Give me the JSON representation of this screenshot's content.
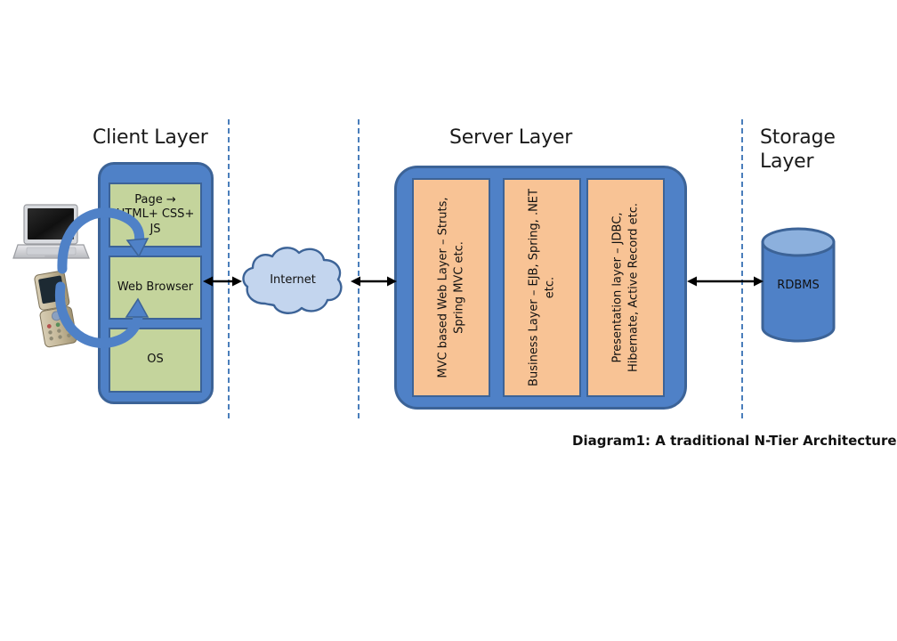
{
  "diagram": {
    "caption": "Diagram1:  A traditional N-Tier Architecture",
    "colors": {
      "device_blue": "#4f81c7",
      "device_border": "#3c6397",
      "client_box_green": "#c4d49c",
      "server_box_orange": "#f8c395",
      "cloud_fill": "#c3d5ee",
      "divider_blue": "#4a7ebb",
      "arrow_black": "#000000"
    },
    "sections": {
      "client": {
        "title": "Client Layer"
      },
      "server": {
        "title": "Server Layer"
      },
      "storage": {
        "title": "Storage\nLayer"
      }
    },
    "client_stack": [
      {
        "label": "Page →\nHTML+ CSS+\nJS",
        "name": "page-layer"
      },
      {
        "label": "Web\nBrowser",
        "name": "web-browser-layer"
      },
      {
        "label": "OS",
        "name": "os-layer"
      }
    ],
    "devices": [
      {
        "name": "laptop",
        "label": "laptop-icon"
      },
      {
        "name": "mobile-phone",
        "label": "flip-phone-icon"
      }
    ],
    "network": {
      "label": "Internet",
      "icon": "cloud-icon"
    },
    "server_stack": [
      {
        "label": "MVC based Web Layer – Struts,\nSpring MVC etc.",
        "name": "mvc-web-layer"
      },
      {
        "label": "Business Layer – EJB, Spring, .NET\netc.",
        "name": "business-layer"
      },
      {
        "label": "Presentation layer – JDBC,\nHibernate, Active Record etc.",
        "name": "persistence-layer"
      }
    ],
    "storage": {
      "label": "RDBMS",
      "icon": "database-cylinder-icon"
    },
    "connectors": [
      {
        "name": "client-to-internet",
        "type": "double-arrow"
      },
      {
        "name": "internet-to-server",
        "type": "double-arrow"
      },
      {
        "name": "server-to-database",
        "type": "double-arrow"
      },
      {
        "name": "laptop-to-browser-loop",
        "type": "curved-arrow"
      },
      {
        "name": "phone-to-browser-loop",
        "type": "curved-arrow"
      }
    ]
  }
}
